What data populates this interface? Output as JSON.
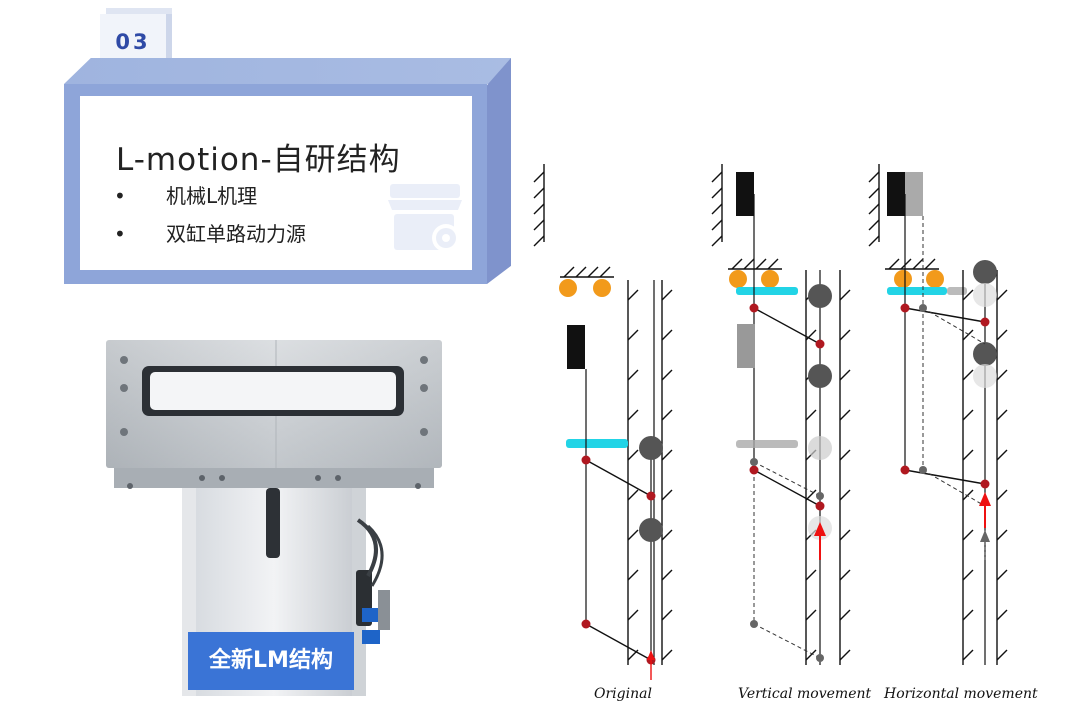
{
  "section": {
    "number": "03",
    "title": "L-motion-自研结构",
    "bullets": [
      {
        "marker": "•",
        "text": "机械L机理"
      },
      {
        "marker": "•",
        "text": "双缸单路动力源"
      }
    ]
  },
  "photo": {
    "caption": "全新LM结构"
  },
  "diagram": {
    "panels": [
      {
        "label": "Original"
      },
      {
        "label": "Vertical movement"
      },
      {
        "label": "Horizontal movement"
      }
    ]
  },
  "colors": {
    "card_frame": "#8ea5d9",
    "accent_blue": "#3a74d6",
    "number_blue": "#2f4aa6",
    "slide_cyan": "#22d4e6",
    "roller_orange": "#f29a1b",
    "pivot_red": "#b01820"
  },
  "icons": [
    "store-icon",
    "wall-hatch-icon"
  ]
}
